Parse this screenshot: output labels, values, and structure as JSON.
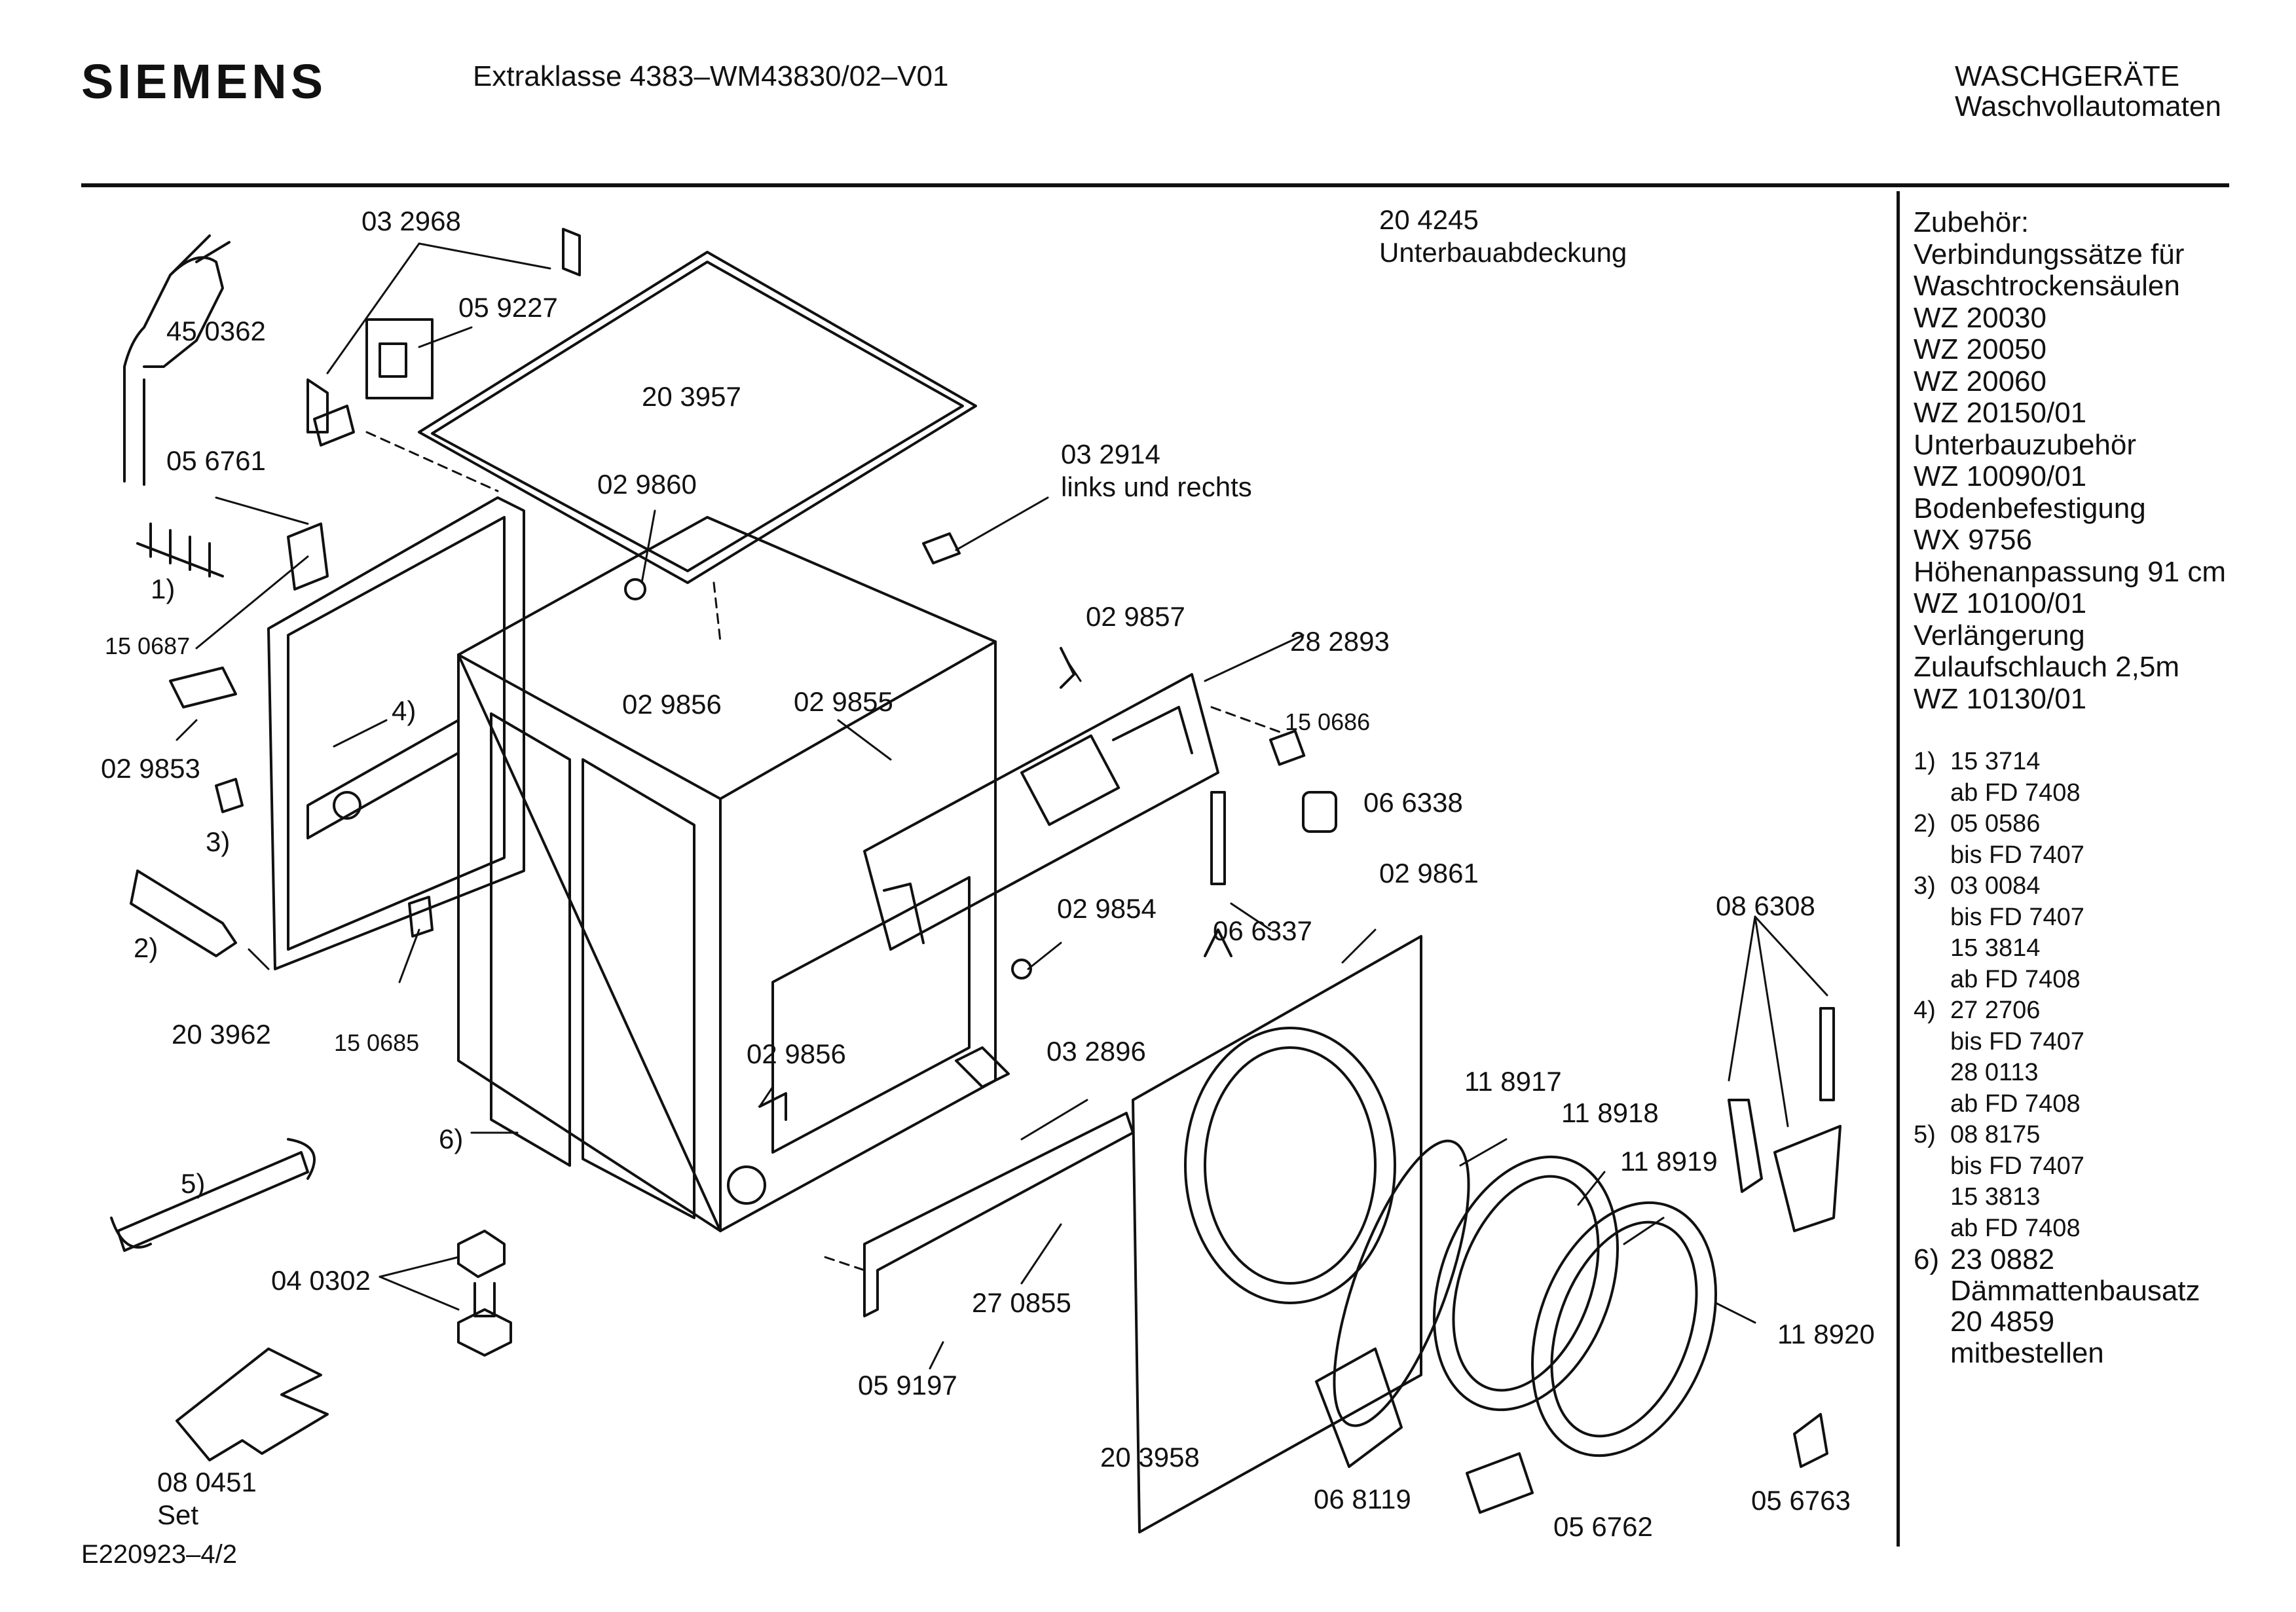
{
  "header": {
    "brand": "SIEMENS",
    "model": "Extraklasse 4383–WM43830/02–V01",
    "category": "WASCHGERÄTE",
    "subcategory": "Waschvollautomaten"
  },
  "callouts": {
    "c450362": "45 0362",
    "c032968": "03 2968",
    "c059227": "05 9227",
    "c203957": "20 3957",
    "c204245": "20 4245",
    "c_unterbau": "Unterbauabdeckung",
    "c056761": "05 6761",
    "c029860": "02 9860",
    "c032914": "03 2914",
    "c_links": "links und rechts",
    "n1": "1)",
    "c150687": "15 0687",
    "c029857": "02 9857",
    "c282893": "28 2893",
    "n4": "4)",
    "c029856a": "02 9856",
    "c029855": "02 9855",
    "c150686": "15 0686",
    "c029853": "02 9853",
    "c066338": "06 6338",
    "n3": "3)",
    "c029861": "02 9861",
    "c086308": "08 6308",
    "c029854": "02 9854",
    "c066337": "06 6337",
    "n2": "2)",
    "c203962": "20 3962",
    "c150685": "15 0685",
    "c032896": "03 2896",
    "c029856b": "02 9856",
    "c118917": "11 8917",
    "n6": "6)",
    "c118918": "11 8918",
    "n5": "5)",
    "c118919": "11 8919",
    "c040302": "04 0302",
    "c270855": "27 0855",
    "c118920": "11 8920",
    "c059197": "05 9197",
    "c203958": "20 3958",
    "c080451": "08  0451",
    "c_set": "Set",
    "c068119": "06 8119",
    "c056763": "05 6763",
    "c056762": "05 6762"
  },
  "sidebar": {
    "lines": [
      "Zubehör:",
      "Verbindungssätze für",
      "Waschtrockensäulen",
      "WZ 20030",
      "WZ 20050",
      "WZ 20060",
      "WZ 20150/01",
      "Unterbauzubehör",
      "WZ 10090/01",
      "Bodenbefestigung",
      "WX 9756",
      "Höhenanpassung 91 cm",
      "WZ 10100/01",
      "Verlängerung",
      "Zulaufschlauch 2,5m",
      "WZ 10130/01"
    ]
  },
  "notes": [
    {
      "key": "1)",
      "text": "15 3714"
    },
    {
      "key": "",
      "text": "ab FD 7408"
    },
    {
      "key": "2)",
      "text": "05 0586"
    },
    {
      "key": "",
      "text": "bis FD 7407"
    },
    {
      "key": "3)",
      "text": "03 0084"
    },
    {
      "key": "",
      "text": "bis FD 7407"
    },
    {
      "key": "",
      "text": "15 3814"
    },
    {
      "key": "",
      "text": "ab FD 7408"
    },
    {
      "key": "4)",
      "text": "27 2706"
    },
    {
      "key": "",
      "text": "bis FD 7407"
    },
    {
      "key": "",
      "text": "28 0113"
    },
    {
      "key": "",
      "text": "ab FD 7408"
    },
    {
      "key": "5)",
      "text": "08 8175"
    },
    {
      "key": "",
      "text": "bis FD 7407"
    },
    {
      "key": "",
      "text": "15 3813"
    },
    {
      "key": "",
      "text": "ab FD 7408"
    },
    {
      "key": "6)",
      "text": "23 0882"
    },
    {
      "key": "",
      "text": "Dämmattenbausatz"
    },
    {
      "key": "",
      "text": "20 4859"
    },
    {
      "key": "",
      "text": "mitbestellen"
    }
  ],
  "footer": {
    "code": "E220923–4/2"
  }
}
